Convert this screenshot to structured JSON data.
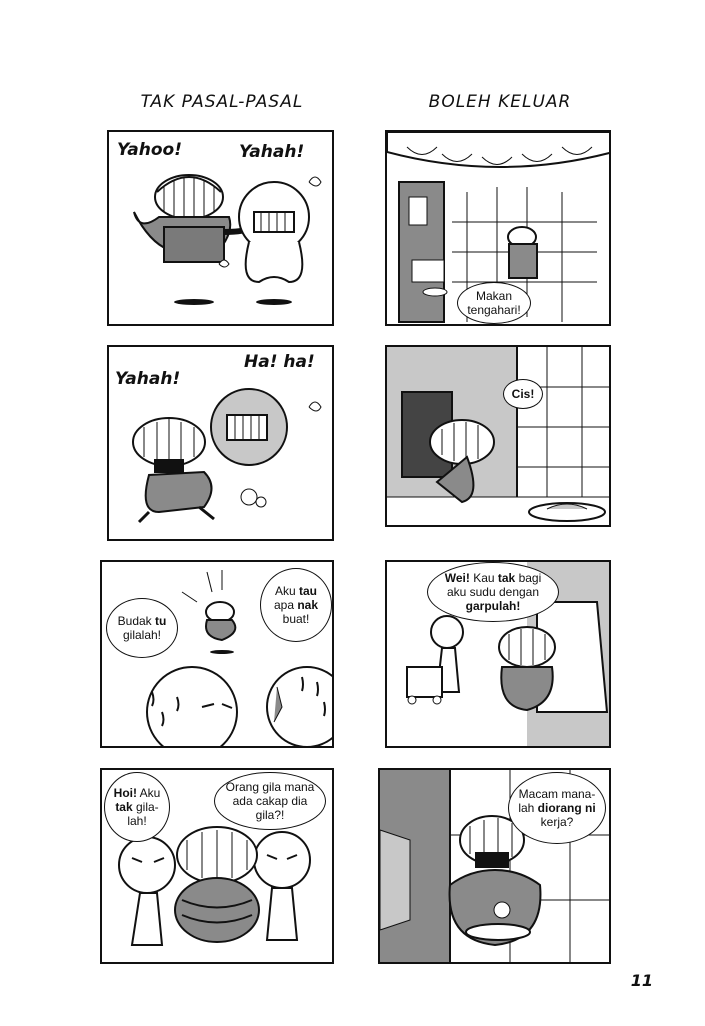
{
  "strips": [
    {
      "title": "TAK PASAL-PASAL"
    },
    {
      "title": "BOLEH KELUAR"
    }
  ],
  "panels": {
    "p1": {
      "sfx1": "Yahoo!",
      "sfx2": "Yahah!"
    },
    "p2": {
      "sfx1": "Yahah!",
      "sfx2": "Ha! ha!"
    },
    "p3": {
      "bubble1": [
        "Budak ",
        "tu",
        " gilalah!"
      ],
      "bubble2": [
        "Aku ",
        "tau",
        " apa ",
        "nak",
        " buat!"
      ]
    },
    "p4": {
      "bubble1": [
        "Hoi!",
        " Aku ",
        "tak",
        " gila-lah!"
      ],
      "bubble2": [
        "Orang gila mana ada cakap dia gila?!"
      ]
    },
    "p5": {
      "bubble1": [
        "Makan tengahari!"
      ]
    },
    "p6": {
      "bubble1": [
        "Cis!"
      ]
    },
    "p7": {
      "bubble1": [
        "Wei!",
        " Kau ",
        "tak",
        " bagi aku sudu dengan ",
        "garpulah!"
      ]
    },
    "p8": {
      "bubble1": [
        "Macam mana-lah ",
        "diorang",
        " ",
        "ni",
        " kerja?"
      ]
    }
  },
  "page_number": "11",
  "colors": {
    "ink": "#111111",
    "tone": "#8a8a8a",
    "light_tone": "#c8c8c8"
  }
}
